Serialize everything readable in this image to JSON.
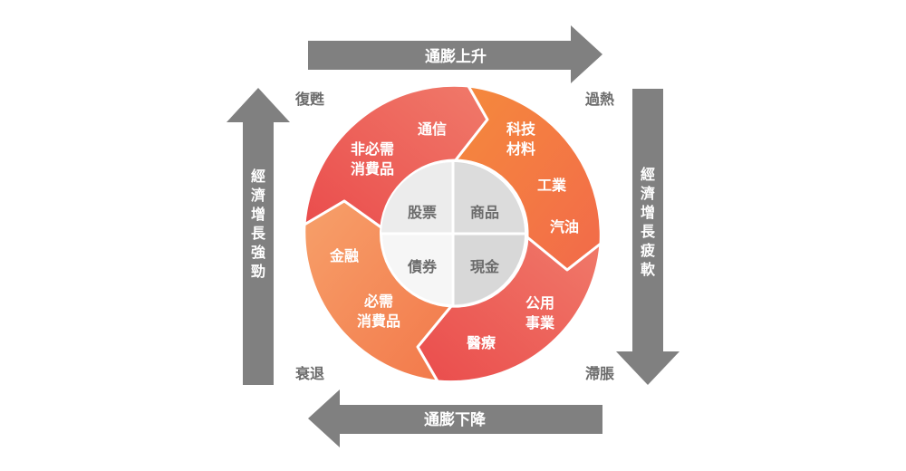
{
  "arrows": {
    "top": "通膨上升",
    "bottom": "通膨下降",
    "left": [
      "經",
      "濟",
      "增",
      "長",
      "強",
      "勁"
    ],
    "right": [
      "經",
      "濟",
      "增",
      "長",
      "疲",
      "軟"
    ]
  },
  "phases": {
    "top_left": "復甦",
    "top_right": "過熱",
    "bottom_right": "滯脹",
    "bottom_left": "衰退"
  },
  "sectors": {
    "tl_line1": "非必需",
    "tl_line2": "消費品",
    "tl_comm": "通信",
    "tr_tech1": "科技",
    "tr_tech2": "材料",
    "tr_ind": "工業",
    "tr_oil": "汽油",
    "br_util1": "公用",
    "br_util2": "事業",
    "br_med": "醫療",
    "bl_fin": "金融",
    "bl_staple1": "必需",
    "bl_staple2": "消費品"
  },
  "assets": {
    "stocks": "股票",
    "commodities": "商品",
    "bonds": "債券",
    "cash": "現金"
  },
  "colors": {
    "arrow_gray": "#808080",
    "phase_text": "#6b6b6b",
    "red_dark": "#ea4c4c",
    "red_light": "#f07a6a",
    "orange_dark": "#f58a3c",
    "orange_light": "#f7a06a",
    "center_light": "#eeeeee",
    "center_dark": "#d8d8d8"
  }
}
